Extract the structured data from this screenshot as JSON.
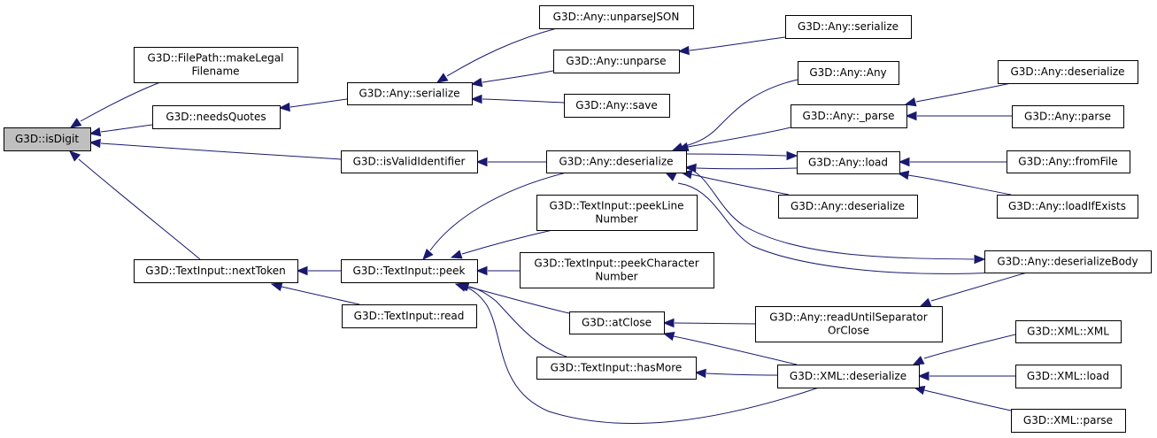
{
  "diagram": {
    "title": "Caller graph of G3D::isDigit",
    "colors": {
      "edge": "#191970",
      "root_fill": "#bfbfbf",
      "node_fill": "#ffffff",
      "node_border": "#000000"
    },
    "nodes": [
      {
        "id": "isDigit",
        "lines": [
          "G3D::isDigit"
        ],
        "root": true
      },
      {
        "id": "makeLegalFilename",
        "lines": [
          "G3D::FilePath::makeLegal",
          "Filename"
        ]
      },
      {
        "id": "needsQuotes",
        "lines": [
          "G3D::needsQuotes"
        ]
      },
      {
        "id": "isValidIdentifier",
        "lines": [
          "G3D::isValidIdentifier"
        ]
      },
      {
        "id": "nextToken",
        "lines": [
          "G3D::TextInput::nextToken"
        ]
      },
      {
        "id": "anySerialize1",
        "lines": [
          "G3D::Any::serialize"
        ]
      },
      {
        "id": "anyDeserialize1",
        "lines": [
          "G3D::Any::deserialize"
        ]
      },
      {
        "id": "peek",
        "lines": [
          "G3D::TextInput::peek"
        ]
      },
      {
        "id": "read",
        "lines": [
          "G3D::TextInput::read"
        ]
      },
      {
        "id": "unparseJSON",
        "lines": [
          "G3D::Any::unparseJSON"
        ]
      },
      {
        "id": "unparse",
        "lines": [
          "G3D::Any::unparse"
        ]
      },
      {
        "id": "save",
        "lines": [
          "G3D::Any::save"
        ]
      },
      {
        "id": "peekLineNumber",
        "lines": [
          "G3D::TextInput::peekLine",
          "Number"
        ]
      },
      {
        "id": "peekCharacterNumber",
        "lines": [
          "G3D::TextInput::peekCharacter",
          "Number"
        ]
      },
      {
        "id": "atClose",
        "lines": [
          "G3D::atClose"
        ]
      },
      {
        "id": "hasMore",
        "lines": [
          "G3D::TextInput::hasMore"
        ]
      },
      {
        "id": "anySerialize2",
        "lines": [
          "G3D::Any::serialize"
        ]
      },
      {
        "id": "anyAny",
        "lines": [
          "G3D::Any::Any"
        ]
      },
      {
        "id": "anyParseInternal",
        "lines": [
          "G3D::Any::_parse"
        ]
      },
      {
        "id": "anyLoad",
        "lines": [
          "G3D::Any::load"
        ]
      },
      {
        "id": "anyDeserialize2",
        "lines": [
          "G3D::Any::deserialize"
        ]
      },
      {
        "id": "readUntilSeparatorOrClose",
        "lines": [
          "G3D::Any::readUntilSeparator",
          "OrClose"
        ]
      },
      {
        "id": "xmlDeserialize",
        "lines": [
          "G3D::XML::deserialize"
        ]
      },
      {
        "id": "anyDeserialize3",
        "lines": [
          "G3D::Any::deserialize"
        ]
      },
      {
        "id": "anyParse",
        "lines": [
          "G3D::Any::parse"
        ]
      },
      {
        "id": "anyFromFile",
        "lines": [
          "G3D::Any::fromFile"
        ]
      },
      {
        "id": "anyLoadIfExists",
        "lines": [
          "G3D::Any::loadIfExists"
        ]
      },
      {
        "id": "deserializeBody",
        "lines": [
          "G3D::Any::deserializeBody"
        ]
      },
      {
        "id": "xmlXML",
        "lines": [
          "G3D::XML::XML"
        ]
      },
      {
        "id": "xmlLoad",
        "lines": [
          "G3D::XML::load"
        ]
      },
      {
        "id": "xmlParse",
        "lines": [
          "G3D::XML::parse"
        ]
      }
    ],
    "edges": [
      {
        "from": "makeLegalFilename",
        "to": "isDigit"
      },
      {
        "from": "needsQuotes",
        "to": "isDigit"
      },
      {
        "from": "isValidIdentifier",
        "to": "isDigit"
      },
      {
        "from": "nextToken",
        "to": "isDigit"
      },
      {
        "from": "anySerialize1",
        "to": "needsQuotes"
      },
      {
        "from": "anyDeserialize1",
        "to": "isValidIdentifier"
      },
      {
        "from": "peek",
        "to": "nextToken"
      },
      {
        "from": "read",
        "to": "nextToken"
      },
      {
        "from": "unparseJSON",
        "to": "anySerialize1"
      },
      {
        "from": "unparse",
        "to": "anySerialize1"
      },
      {
        "from": "save",
        "to": "anySerialize1"
      },
      {
        "from": "anySerialize2",
        "to": "unparse"
      },
      {
        "from": "anyAny",
        "to": "anyDeserialize1"
      },
      {
        "from": "anyParseInternal",
        "to": "anyDeserialize1"
      },
      {
        "from": "anyLoad",
        "to": "anyDeserialize1"
      },
      {
        "from": "anyDeserialize1",
        "to": "anyLoad"
      },
      {
        "from": "anyDeserialize2",
        "to": "anyDeserialize1"
      },
      {
        "from": "deserializeBody",
        "to": "anyDeserialize1"
      },
      {
        "from": "anyDeserialize1",
        "to": "deserializeBody"
      },
      {
        "from": "anyDeserialize1",
        "to": "peek"
      },
      {
        "from": "peekLineNumber",
        "to": "peek"
      },
      {
        "from": "peekCharacterNumber",
        "to": "peek"
      },
      {
        "from": "atClose",
        "to": "peek"
      },
      {
        "from": "hasMore",
        "to": "peek"
      },
      {
        "from": "xmlDeserialize",
        "to": "peek"
      },
      {
        "from": "anyDeserialize3",
        "to": "anyParseInternal"
      },
      {
        "from": "anyParse",
        "to": "anyParseInternal"
      },
      {
        "from": "anyFromFile",
        "to": "anyLoad"
      },
      {
        "from": "anyLoadIfExists",
        "to": "anyLoad"
      },
      {
        "from": "deserializeBody",
        "to": "readUntilSeparatorOrClose"
      },
      {
        "from": "readUntilSeparatorOrClose",
        "to": "atClose"
      },
      {
        "from": "xmlDeserialize",
        "to": "atClose"
      },
      {
        "from": "xmlDeserialize",
        "to": "hasMore"
      },
      {
        "from": "xmlXML",
        "to": "xmlDeserialize"
      },
      {
        "from": "xmlLoad",
        "to": "xmlDeserialize"
      },
      {
        "from": "xmlParse",
        "to": "xmlDeserialize"
      }
    ]
  }
}
